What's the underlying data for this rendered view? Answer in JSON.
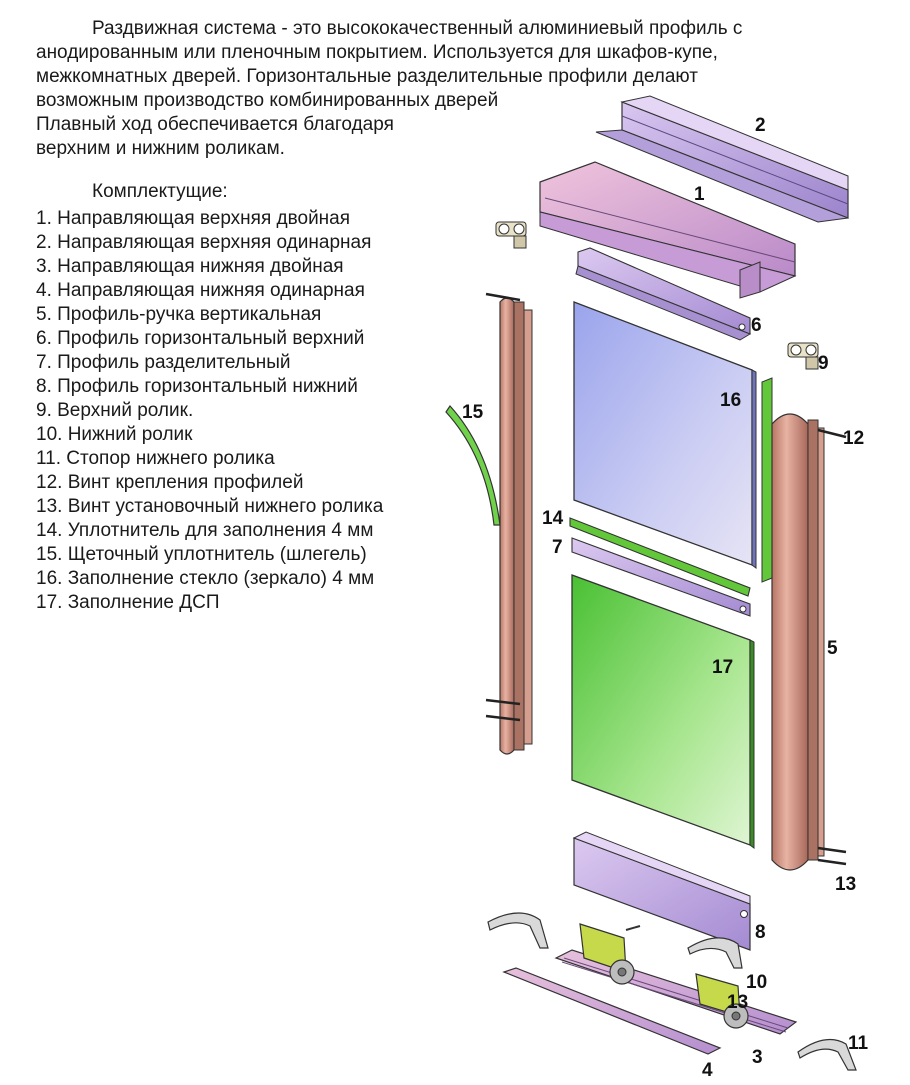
{
  "intro": {
    "lines": [
      "Раздвижная система - это высококачественный алюминиевый профиль с",
      "анодированным или пленочным покрытием. Используется для шкафов-купе,",
      "межкомнатных дверей. Горизонтальные разделительные профили делают",
      "возможным производство комбинированных  дверей",
      "Плавный ход обеспечивается благодаря",
      "верхним и нижним роликам."
    ]
  },
  "components": {
    "title": "Комплектущие:",
    "items": [
      "1. Направляющая верхняя двойная",
      "2. Направляющая верхняя одинарная",
      "3. Направляющая нижняя двойная",
      "4. Направляющая нижняя одинарная",
      "5. Профиль-ручка вертикальная",
      "6. Профиль горизонтальный верхний",
      "7. Профиль разделительный",
      "8. Профиль горизонтальный нижний",
      "9. Верхний ролик.",
      "10. Нижний ролик",
      "11. Стопор нижнего ролика",
      "12. Винт крепления профилей",
      "13. Винт установочный нижнего ролика",
      "14. Уплотнитель для заполнения 4 мм",
      "15. Щеточный уплотнитель (шлегель)",
      "16. Заполнение стекло (зеркало) 4 мм",
      "17. Заполнение ДСП"
    ]
  },
  "diagram": {
    "labels": {
      "p1": "1",
      "p2": "2",
      "p3": "3",
      "p4": "4",
      "p5": "5",
      "p6": "6",
      "p7": "7",
      "p8": "8",
      "p9": "9",
      "p10": "10",
      "p11": "11",
      "p12": "12",
      "p13": "13",
      "p14": "14",
      "p15": "15",
      "p16": "16",
      "p17": "17"
    },
    "colors": {
      "rail_upper": "#c9b3e6",
      "rail_pink": "#e7b3d3",
      "profile_violet": "#c6aee2",
      "handle": "#c98a7a",
      "glass": "#b8bdf0",
      "chipboard": "#6fd24a",
      "seal_green": "#62c83a",
      "roller_body": "#c6d94a"
    }
  }
}
